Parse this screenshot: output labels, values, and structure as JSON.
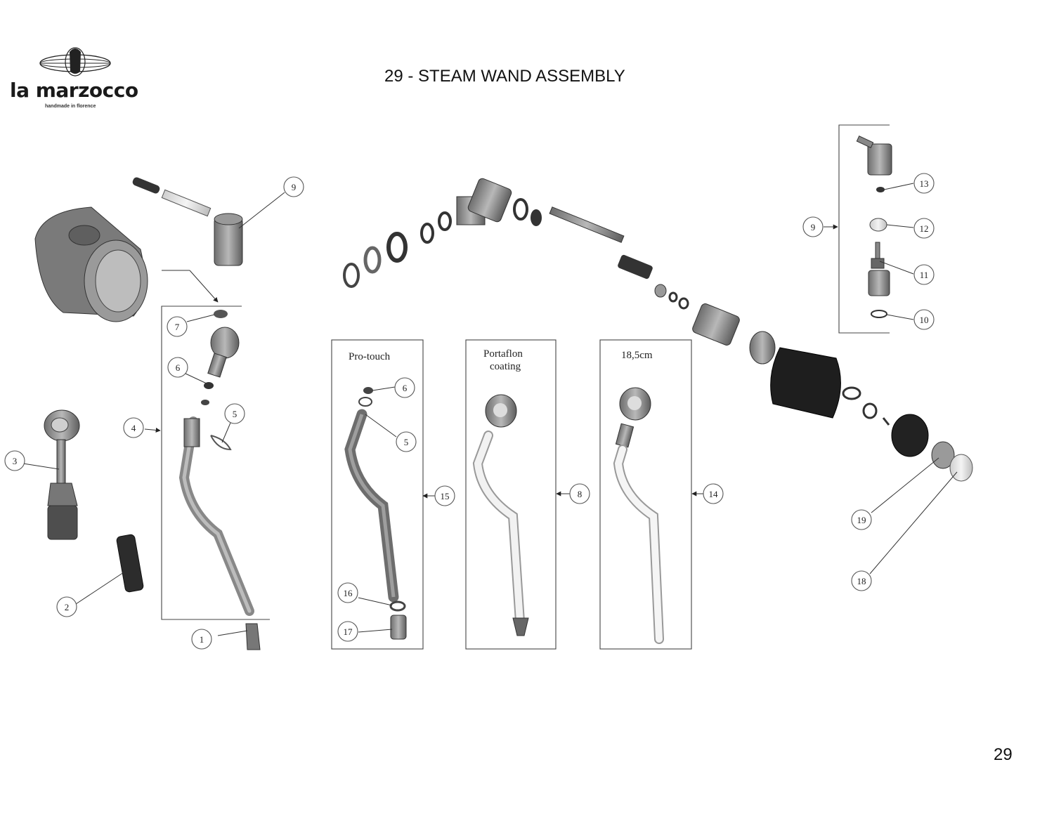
{
  "header": {
    "brand": "la marzocco",
    "tagline": "handmade in florence",
    "title": "29 - STEAM WAND ASSEMBLY"
  },
  "page_number": "29",
  "variant_labels": {
    "pro_touch": "Pro-touch",
    "portaflon_line1": "Portaflon",
    "portaflon_line2": "coating",
    "length": "18,5cm"
  },
  "callouts": [
    "1",
    "2",
    "3",
    "4",
    "5",
    "6",
    "7",
    "9",
    "6",
    "5",
    "15",
    "16",
    "17",
    "8",
    "14",
    "9",
    "13",
    "12",
    "11",
    "10",
    "19",
    "18"
  ],
  "colors": {
    "line": "#333333",
    "part_fill": "#8c8c8c",
    "part_dark": "#2a2a2a"
  }
}
